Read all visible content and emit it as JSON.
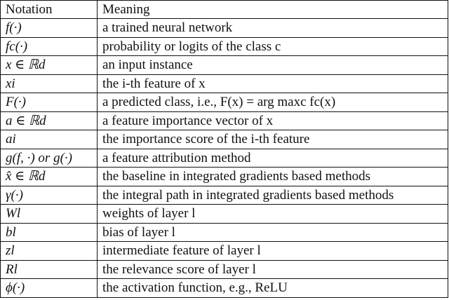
{
  "table": {
    "headers": [
      "Notation",
      "Meaning"
    ],
    "rows": [
      {
        "notation": "f(·)",
        "meaning": "a trained neural network"
      },
      {
        "notation": "fc(·)",
        "meaning": "probability or logits of the class c"
      },
      {
        "notation": "x ∈ ℝd",
        "meaning": "an input instance"
      },
      {
        "notation": "xi",
        "meaning": "the i-th feature of x"
      },
      {
        "notation": "F(·)",
        "meaning": "a predicted class, i.e., F(x) = arg maxc fc(x)"
      },
      {
        "notation": "a ∈ ℝd",
        "meaning": "a feature importance vector of x"
      },
      {
        "notation": "ai",
        "meaning": "the importance score of the i-th feature"
      },
      {
        "notation": "g(f, ·) or g(·)",
        "meaning": "a feature attribution method"
      },
      {
        "notation": "x̂ ∈ ℝd",
        "meaning": "the baseline in integrated gradients based methods"
      },
      {
        "notation": "γ(·)",
        "meaning": "the integral path in integrated gradients based methods"
      },
      {
        "notation": "Wl",
        "meaning": "weights of layer l"
      },
      {
        "notation": "bl",
        "meaning": "bias of layer l"
      },
      {
        "notation": "zl",
        "meaning": "intermediate feature of layer l"
      },
      {
        "notation": "Rl",
        "meaning": "the relevance score of layer l"
      },
      {
        "notation": "ϕ(·)",
        "meaning": "the activation function, e.g., ReLU"
      }
    ]
  }
}
